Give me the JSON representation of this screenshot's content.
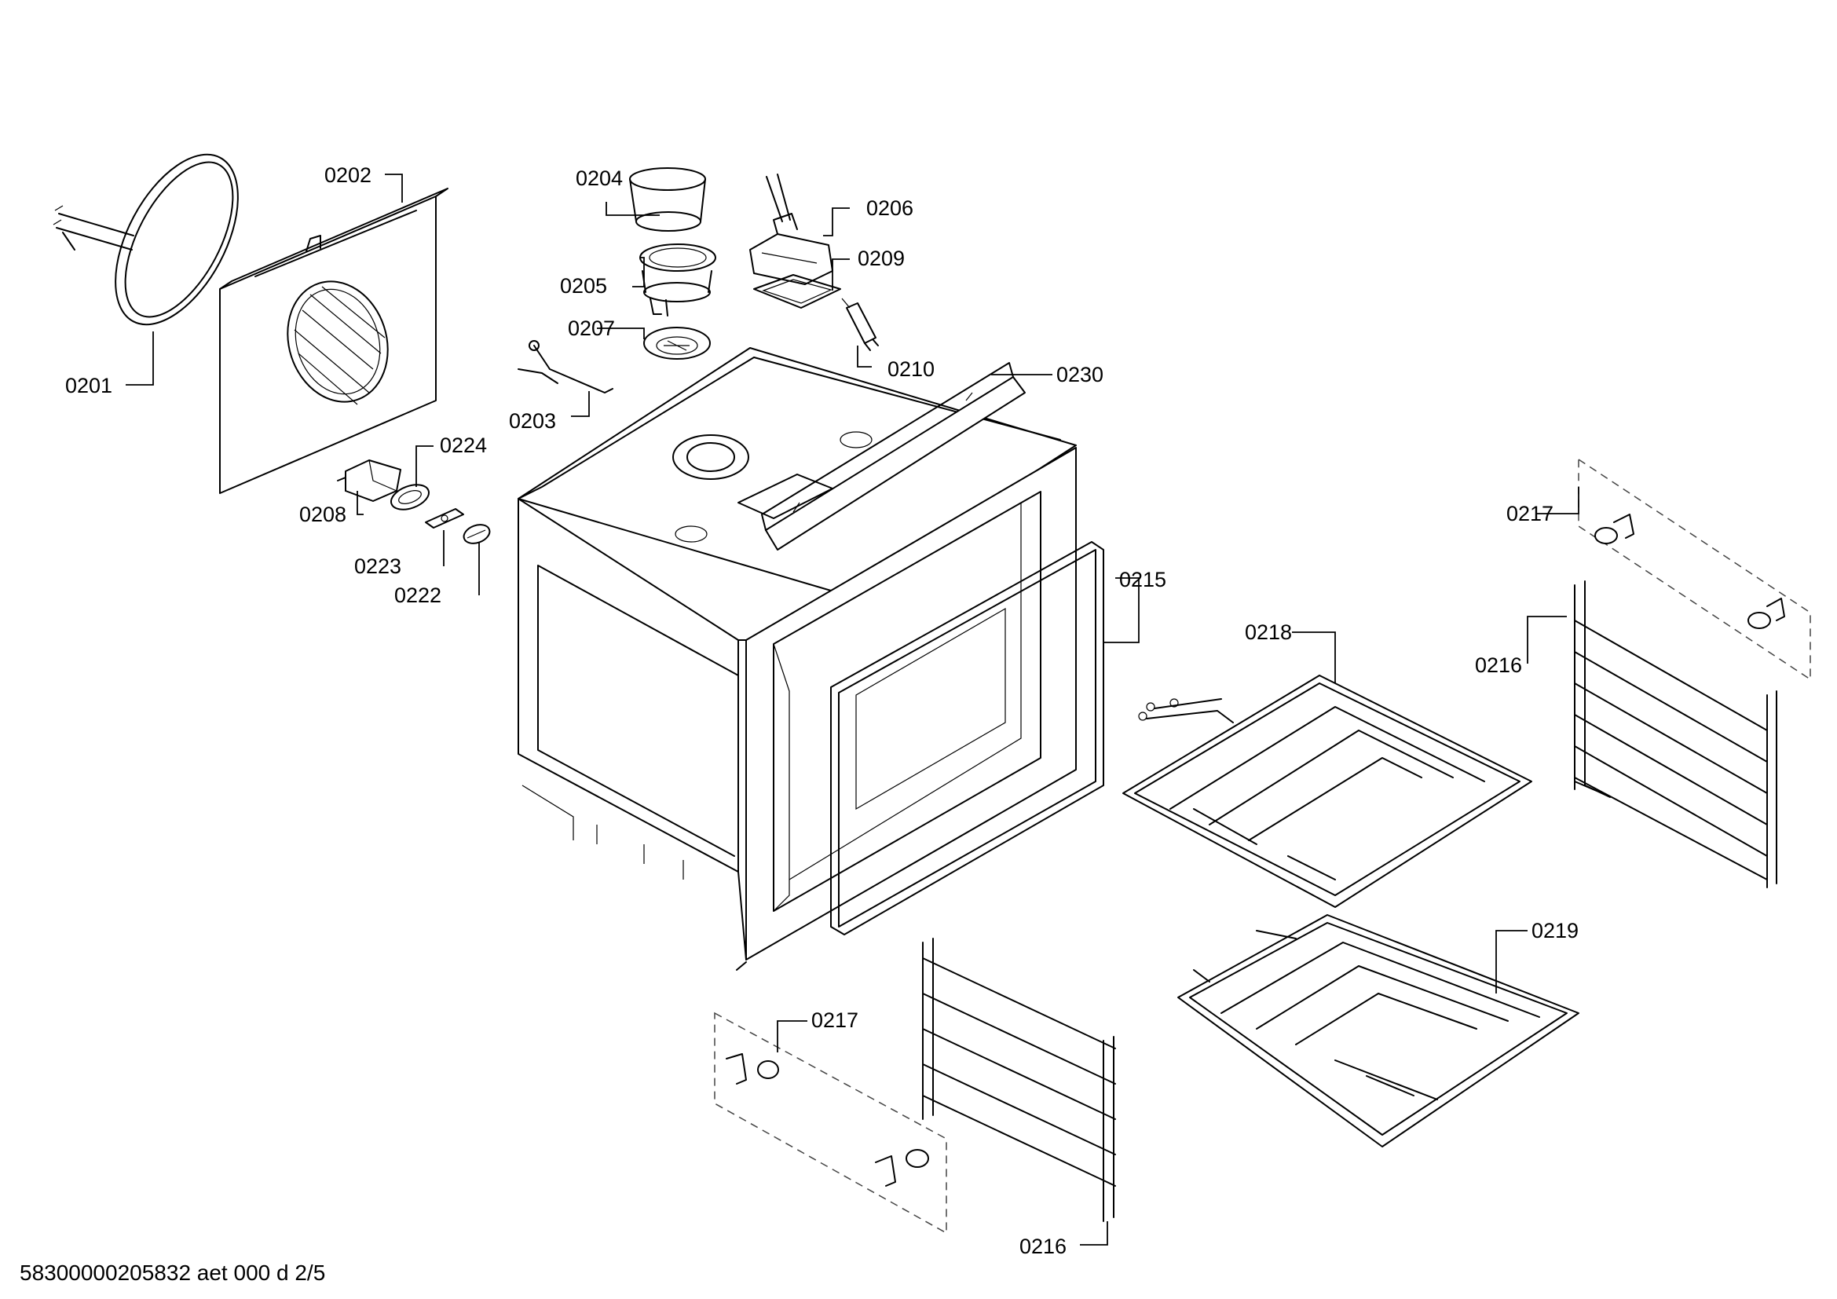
{
  "labels": {
    "p0201": "0201",
    "p0202": "0202",
    "p0203": "0203",
    "p0204": "0204",
    "p0205": "0205",
    "p0206": "0206",
    "p0207": "0207",
    "p0208": "0208",
    "p0209": "0209",
    "p0210": "0210",
    "p0215": "0215",
    "p0216a": "0216",
    "p0216b": "0216",
    "p0217a": "0217",
    "p0217b": "0217",
    "p0218": "0218",
    "p0219": "0219",
    "p0222": "0222",
    "p0223": "0223",
    "p0224": "0224",
    "p0230": "0230"
  },
  "footer": "58300000205832 aet 000 d 2/5"
}
